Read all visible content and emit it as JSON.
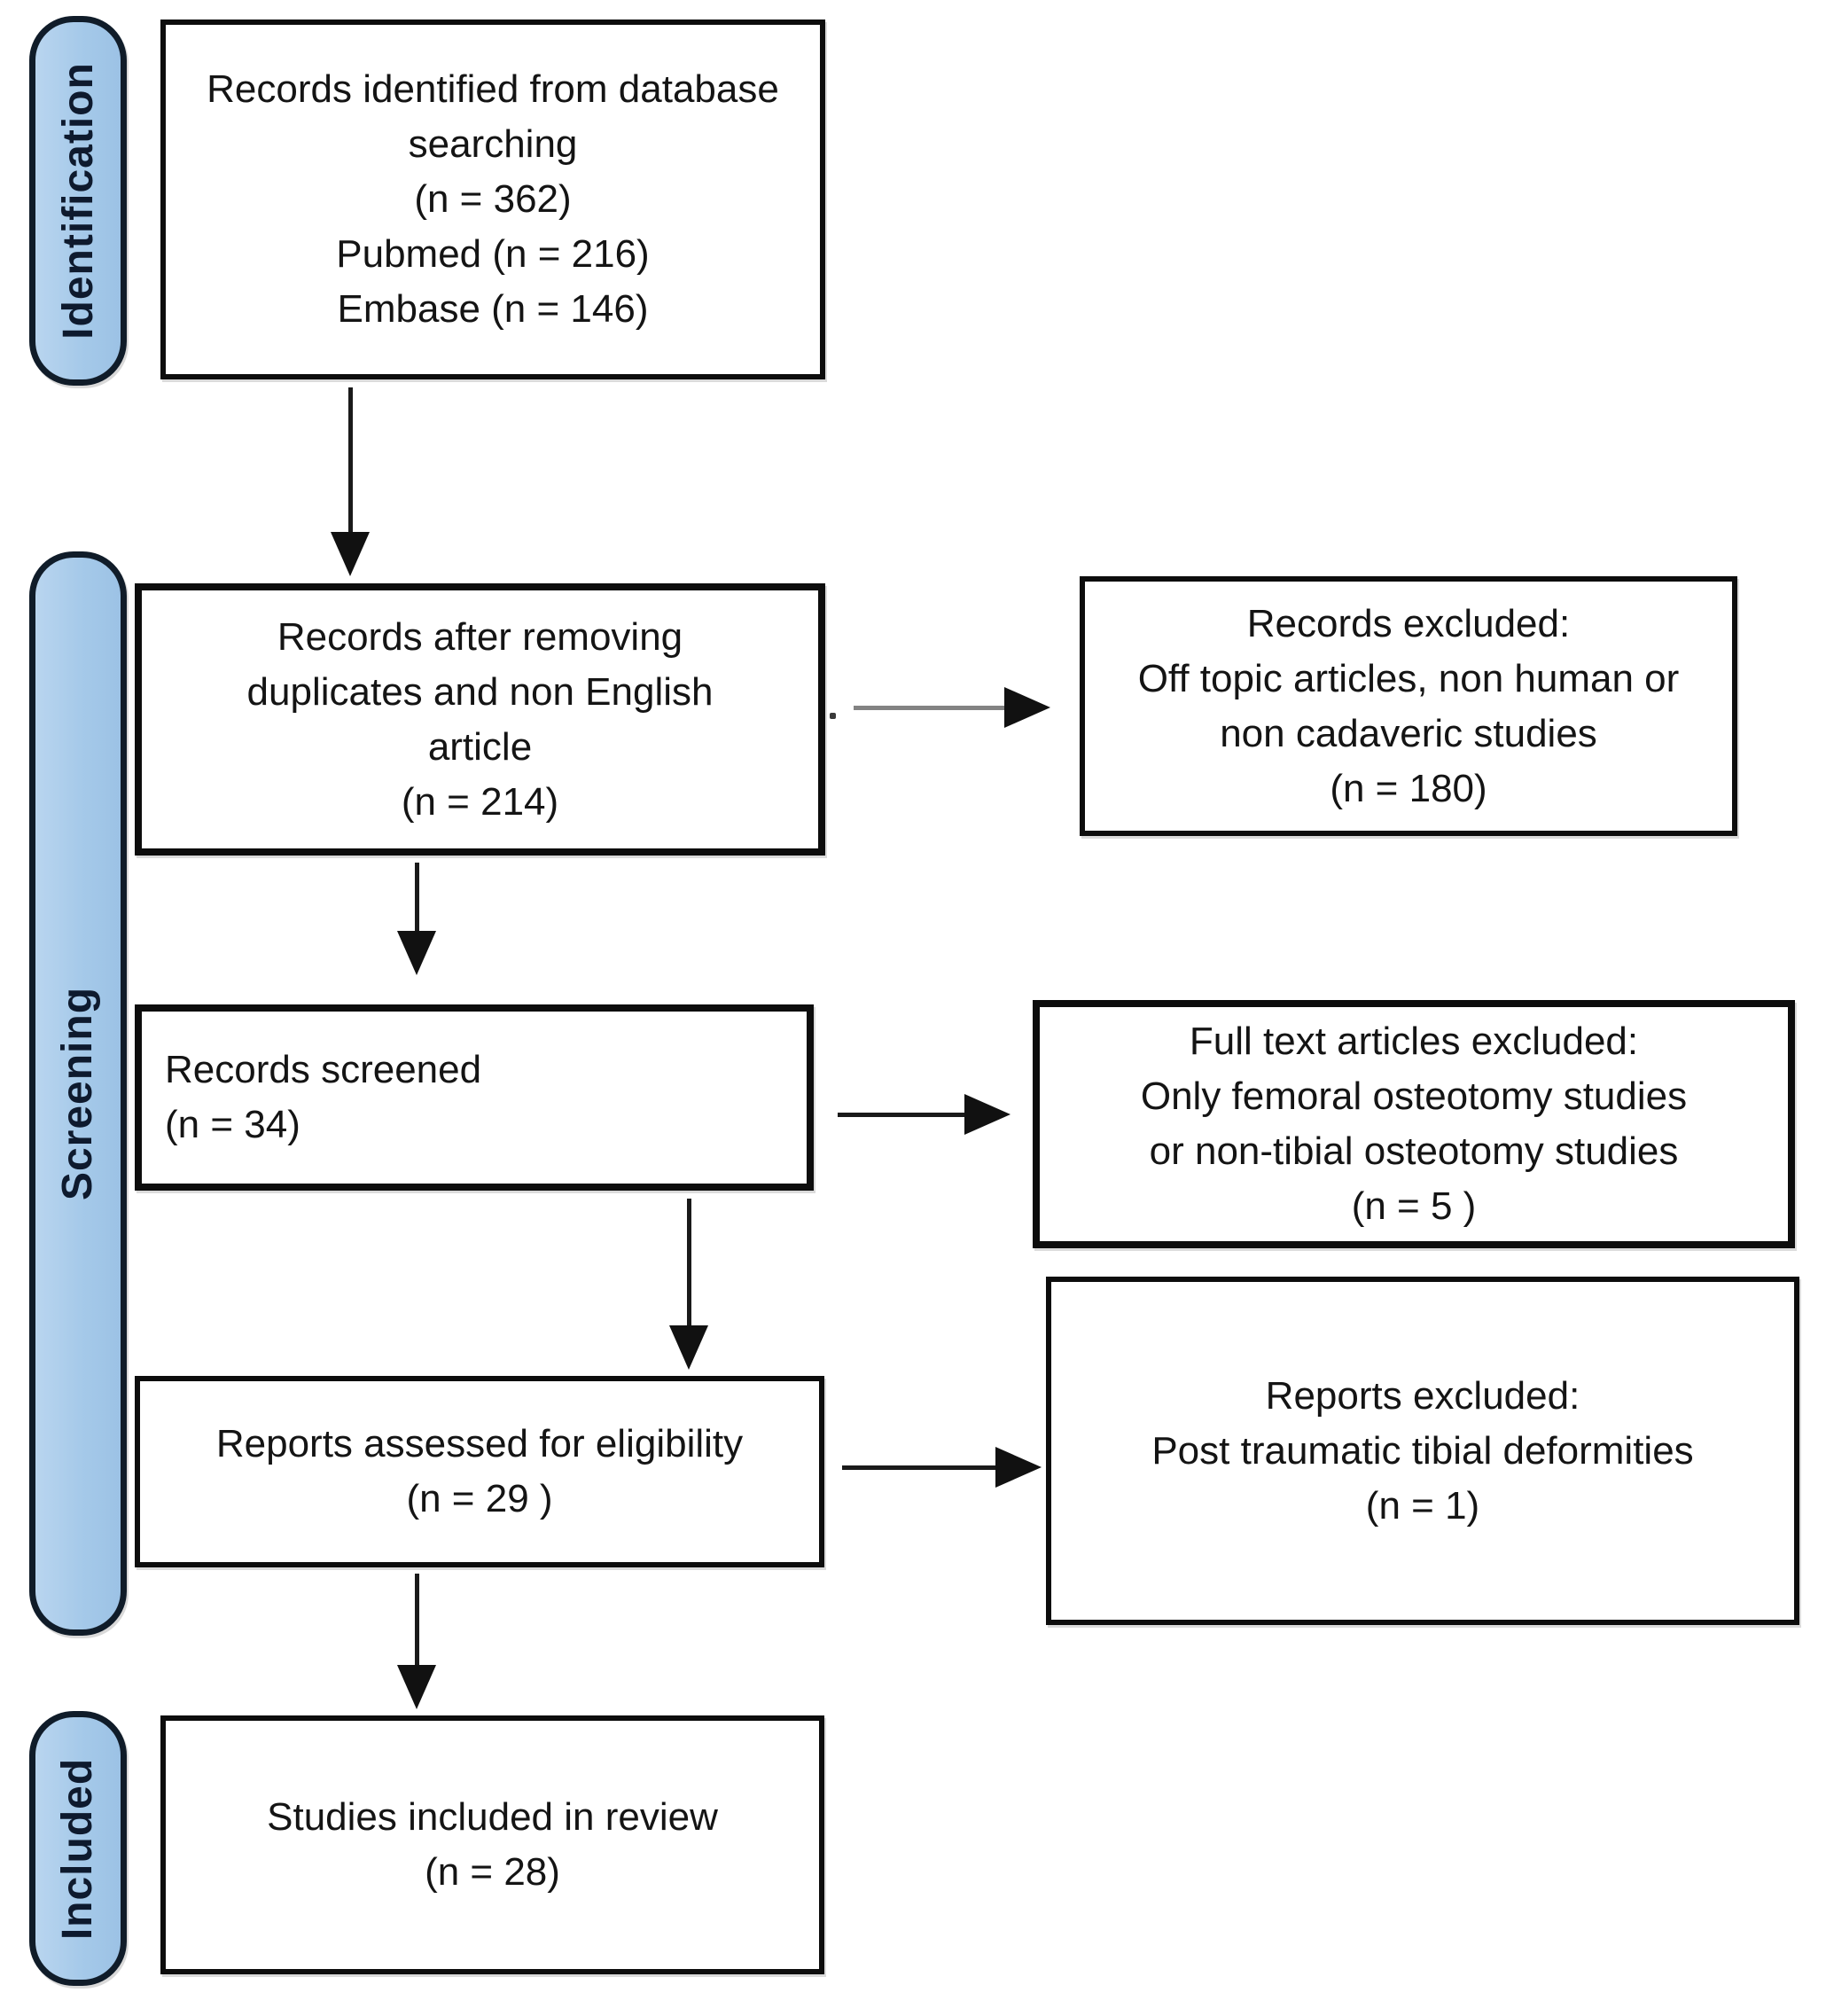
{
  "diagram": {
    "type": "prisma-flow-diagram",
    "stage_labels": [
      {
        "id": "identification",
        "text": "Identification"
      },
      {
        "id": "screening",
        "text": "Screening"
      },
      {
        "id": "included",
        "text": "Included"
      }
    ],
    "main_boxes": {
      "box1": {
        "lines": [
          "Records identified from database",
          "searching",
          "(n = 362)",
          "Pubmed (n = 216)",
          "Embase (n = 146)"
        ]
      },
      "box2": {
        "lines": [
          "Records after removing",
          "duplicates and non English",
          "article",
          "(n = 214)"
        ]
      },
      "box3": {
        "lines": [
          "Records screened",
          "(n = 34)"
        ]
      },
      "box4": {
        "lines": [
          "Reports assessed for eligibility",
          "(n = 29 )"
        ]
      },
      "box5": {
        "lines": [
          "Studies included in review",
          "(n = 28)"
        ]
      }
    },
    "exclusion_boxes": {
      "rbox1": {
        "lines": [
          "Records excluded:",
          "Off topic articles, non human or",
          "non cadaveric studies",
          "(n = 180)"
        ]
      },
      "rbox2": {
        "lines": [
          "Full text articles excluded:",
          "Only femoral osteotomy studies",
          "or non-tibial osteotomy studies",
          "(n = 5 )"
        ]
      },
      "rbox3": {
        "lines": [
          "Reports excluded:",
          "Post traumatic tibial deformities",
          "(n = 1)"
        ]
      }
    },
    "counts": {
      "identified_total": 362,
      "pubmed": 216,
      "embase": 146,
      "after_duplicate_removal": 214,
      "screened": 34,
      "records_excluded": 180,
      "assessed_for_eligibility": 29,
      "full_text_excluded": 5,
      "reports_excluded": 1,
      "included_in_review": 28
    },
    "stray_mark": ".",
    "colors": {
      "stage_fill_light": "#b9d5ef",
      "stage_fill": "#9cc2e5",
      "stage_border": "#101c29",
      "stage_text": "#0e1a2e",
      "box_border": "#0d0d0d",
      "box_text": "#141414",
      "arrow": "#1a1a1a",
      "arrow_gray": "#838383",
      "background": "#ffffff"
    }
  }
}
